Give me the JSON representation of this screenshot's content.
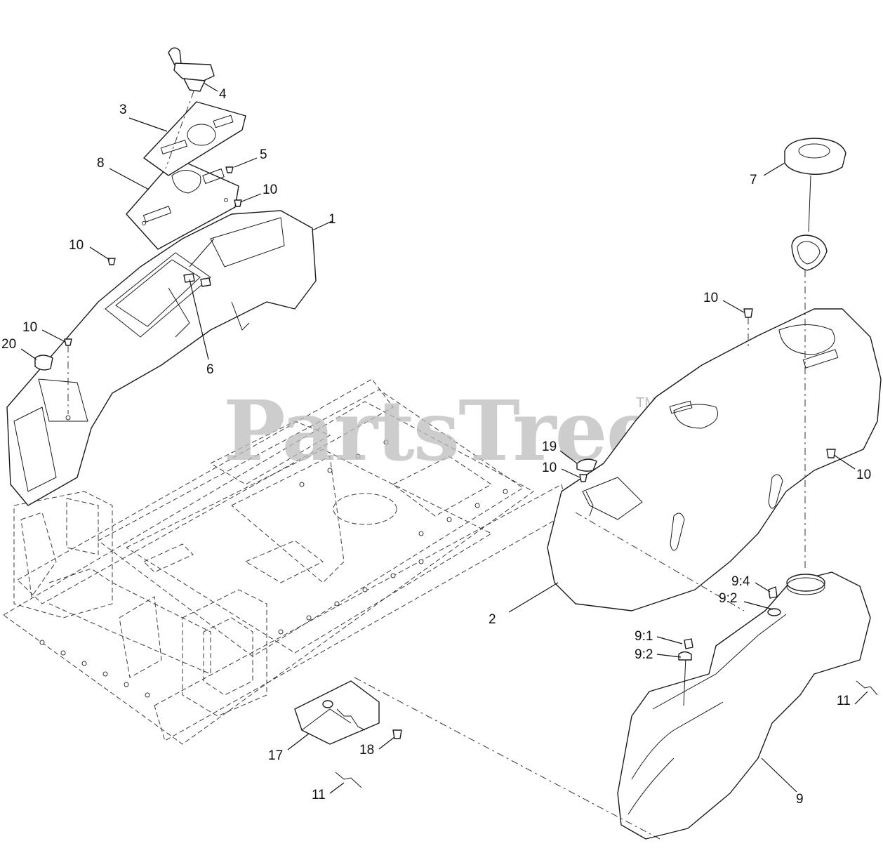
{
  "watermark": {
    "brand": "PartsTree",
    "tm": "TM"
  },
  "callouts": {
    "c1": "1",
    "c2": "2",
    "c3": "3",
    "c4": "4",
    "c5": "5",
    "c6": "6",
    "c7": "7",
    "c8": "8",
    "c9": "9",
    "c9_1": "9:1",
    "c9_2a": "9:2",
    "c9_2b": "9:2",
    "c9_4": "9:4",
    "c10a": "10",
    "c10b": "10",
    "c10c": "10",
    "c10d": "10",
    "c10e": "10",
    "c10f": "10",
    "c11a": "11",
    "c11b": "11",
    "c17": "17",
    "c18": "18",
    "c19": "19",
    "c20": "20"
  }
}
